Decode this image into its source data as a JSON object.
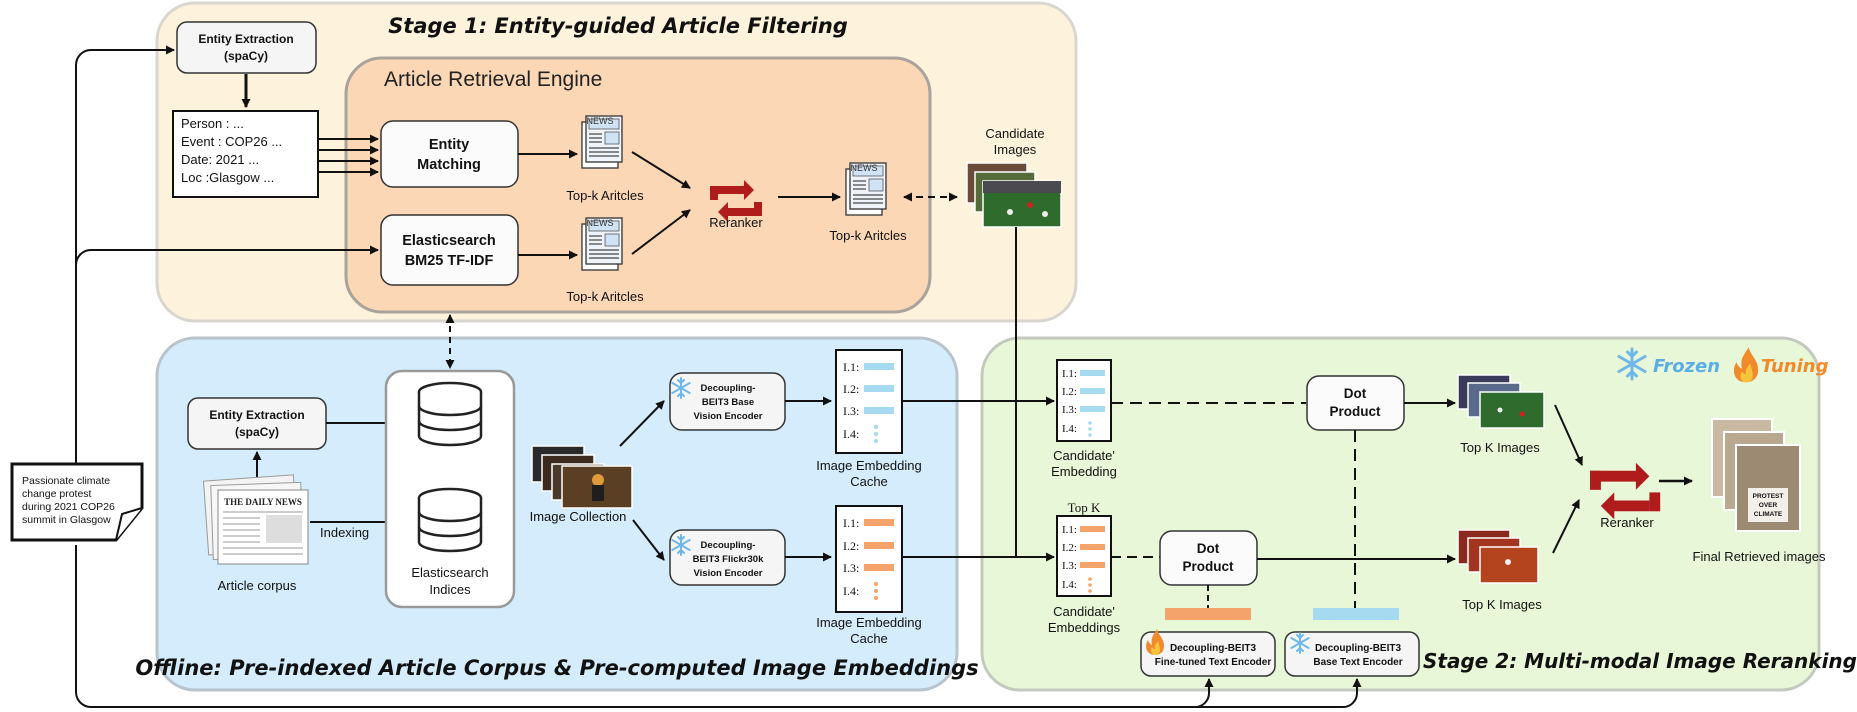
{
  "stage1": {
    "title": "Stage 1: Entity-guided Article Filtering",
    "entity_extraction": [
      "Entity Extraction",
      "(spaCy)"
    ],
    "entities": [
      "Person : ...",
      "Event : COP26 ...",
      "Date: 2021 ...",
      "Loc :Glasgow ..."
    ],
    "retrieval_engine_title": "Article Retrieval Engine",
    "entity_matching": [
      "Entity",
      "Matching"
    ],
    "elasticsearch": [
      "Elasticsearch",
      "BM25 TF-IDF"
    ],
    "topk_articles_1": "Top-k Aritcles",
    "topk_articles_2": "Top-k Aritcles",
    "topk_articles_3": "Top-k Aritcles",
    "reranker": "Reranker",
    "candidate_images": [
      "Candidate",
      "Images"
    ],
    "news_icon_text": "NEWS"
  },
  "query": {
    "text": [
      "Passionate climate",
      "change protest",
      "during 2021 COP26",
      "summit in Glasgow"
    ]
  },
  "offline": {
    "title": "Offline: Pre-indexed Article Corpus & Pre-computed Image Embeddings",
    "entity_extraction": [
      "Entity Extraction",
      "(spaCy)"
    ],
    "article_corpus": "Article corpus",
    "newspaper_title": "THE DAILY NEWS",
    "indexing": "Indexing",
    "indices": [
      "Elasticsearch",
      "Indices"
    ],
    "image_collection": "Image Collection",
    "vision_encoder_base": [
      "Decoupling-",
      "BEIT3 Base",
      "Vision Encoder"
    ],
    "vision_encoder_flickr": [
      "Decoupling-",
      "BEIT3 Flickr30k",
      "Vision Encoder"
    ],
    "cache_1": [
      "Image Embedding",
      "Cache"
    ],
    "cache_2": [
      "Image Embedding",
      "Cache"
    ],
    "cache_rows": [
      "I.1:",
      "I.2:",
      "I.3:",
      "I.4:"
    ]
  },
  "stage2": {
    "title": "Stage 2: Multi-modal Image Reranking",
    "legend_frozen": "Frozen",
    "legend_tuning": "Tuning",
    "candidate_emb_1": [
      "Candidate'",
      "Embedding"
    ],
    "candidate_emb_2": [
      "Candidate'",
      "Embeddings"
    ],
    "top_k_label": "Top K",
    "dot_product_1": [
      "Dot",
      "Product"
    ],
    "dot_product_2": [
      "Dot",
      "Product"
    ],
    "top_k_images_1": "Top K Images",
    "top_k_images_2": "Top K  Images",
    "reranker": "Reranker",
    "final_images": "Final Retrieved images",
    "text_encoder_tuned": [
      "Decoupling-BEIT3",
      "Fine-tuned Text Encoder"
    ],
    "text_encoder_base": [
      "Decoupling-BEIT3",
      "Base Text Encoder"
    ],
    "poster_text": [
      "PROTEST",
      "OVER",
      "CLIMATE"
    ]
  },
  "colors": {
    "stage1_bg": "#fdf3dc",
    "engine_bg": "#fbd7b5",
    "offline_bg": "#d4ecfb",
    "stage2_bg": "#e8f7d7",
    "blue_bar": "#a6daf0",
    "orange_bar": "#f4a46a",
    "reranker_red": "#b01c1c",
    "frozen_blue": "#5aaee6",
    "tuning_orange": "#f08a2a"
  }
}
